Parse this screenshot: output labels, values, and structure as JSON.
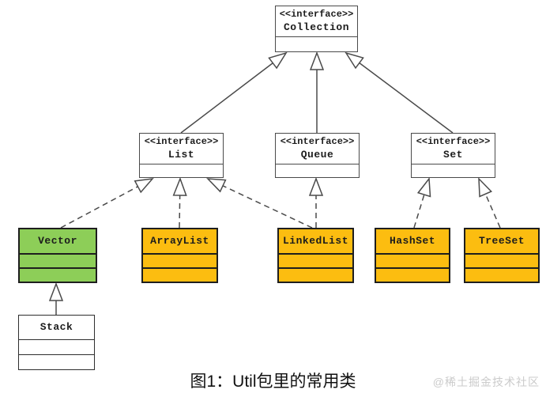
{
  "diagram": {
    "caption": "图1：Util包里的常用类",
    "watermark": "@稀土掘金技术社区",
    "colors": {
      "interface_fill": "#ffffff",
      "green_fill": "#8dce58",
      "orange_fill": "#fcbd10",
      "plain_fill": "#ffffff",
      "border": "#1e1e1e",
      "line": "#4a4a4a",
      "watermark_text": "#cbcbcb"
    },
    "nodes": {
      "collection": {
        "stereotype": "<<interface>>",
        "name": "Collection"
      },
      "list": {
        "stereotype": "<<interface>>",
        "name": "List"
      },
      "queue": {
        "stereotype": "<<interface>>",
        "name": "Queue"
      },
      "set": {
        "stereotype": "<<interface>>",
        "name": "Set"
      },
      "vector": {
        "name": "Vector"
      },
      "arraylist": {
        "name": "ArrayList"
      },
      "linkedlist": {
        "name": "LinkedList"
      },
      "hashset": {
        "name": "HashSet"
      },
      "treeset": {
        "name": "TreeSet"
      },
      "stack": {
        "name": "Stack"
      }
    },
    "relations": [
      {
        "from": "List",
        "to": "Collection",
        "type": "generalization",
        "line": "solid"
      },
      {
        "from": "Queue",
        "to": "Collection",
        "type": "generalization",
        "line": "solid"
      },
      {
        "from": "Set",
        "to": "Collection",
        "type": "generalization",
        "line": "solid"
      },
      {
        "from": "Vector",
        "to": "List",
        "type": "realization",
        "line": "dashed"
      },
      {
        "from": "ArrayList",
        "to": "List",
        "type": "realization",
        "line": "dashed"
      },
      {
        "from": "LinkedList",
        "to": "List",
        "type": "realization",
        "line": "dashed"
      },
      {
        "from": "LinkedList",
        "to": "Queue",
        "type": "realization",
        "line": "dashed"
      },
      {
        "from": "HashSet",
        "to": "Set",
        "type": "realization",
        "line": "dashed"
      },
      {
        "from": "TreeSet",
        "to": "Set",
        "type": "realization",
        "line": "dashed"
      },
      {
        "from": "Stack",
        "to": "Vector",
        "type": "generalization",
        "line": "solid"
      }
    ]
  }
}
